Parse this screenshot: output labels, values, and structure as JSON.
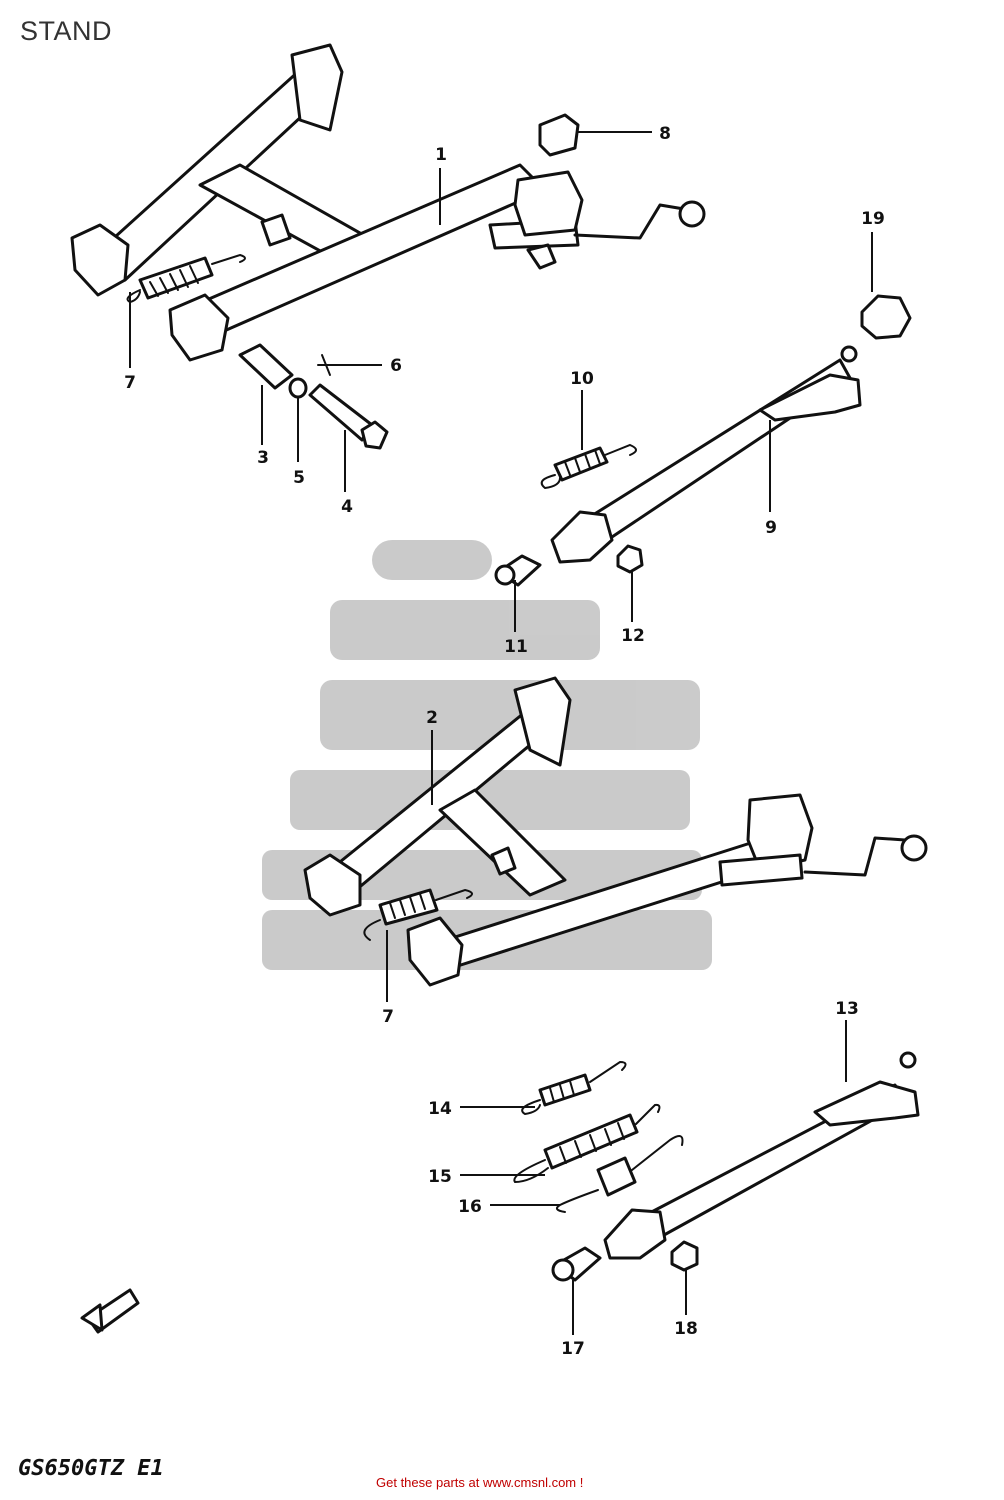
{
  "title": "STAND",
  "model_code": "GS650GTZ E1",
  "footer_text": "Get these parts at www.cmsnl.com !",
  "callouts": {
    "c1": "1",
    "c2": "2",
    "c3": "3",
    "c4": "4",
    "c5": "5",
    "c6": "6",
    "c7a": "7",
    "c7b": "7",
    "c8": "8",
    "c9": "9",
    "c10": "10",
    "c11": "11",
    "c12": "12",
    "c13": "13",
    "c14": "14",
    "c15": "15",
    "c16": "16",
    "c17": "17",
    "c18": "18",
    "c19": "19"
  },
  "colors": {
    "ink": "#111111",
    "watermark": "#b9b9b9",
    "footer": "#c00000"
  }
}
